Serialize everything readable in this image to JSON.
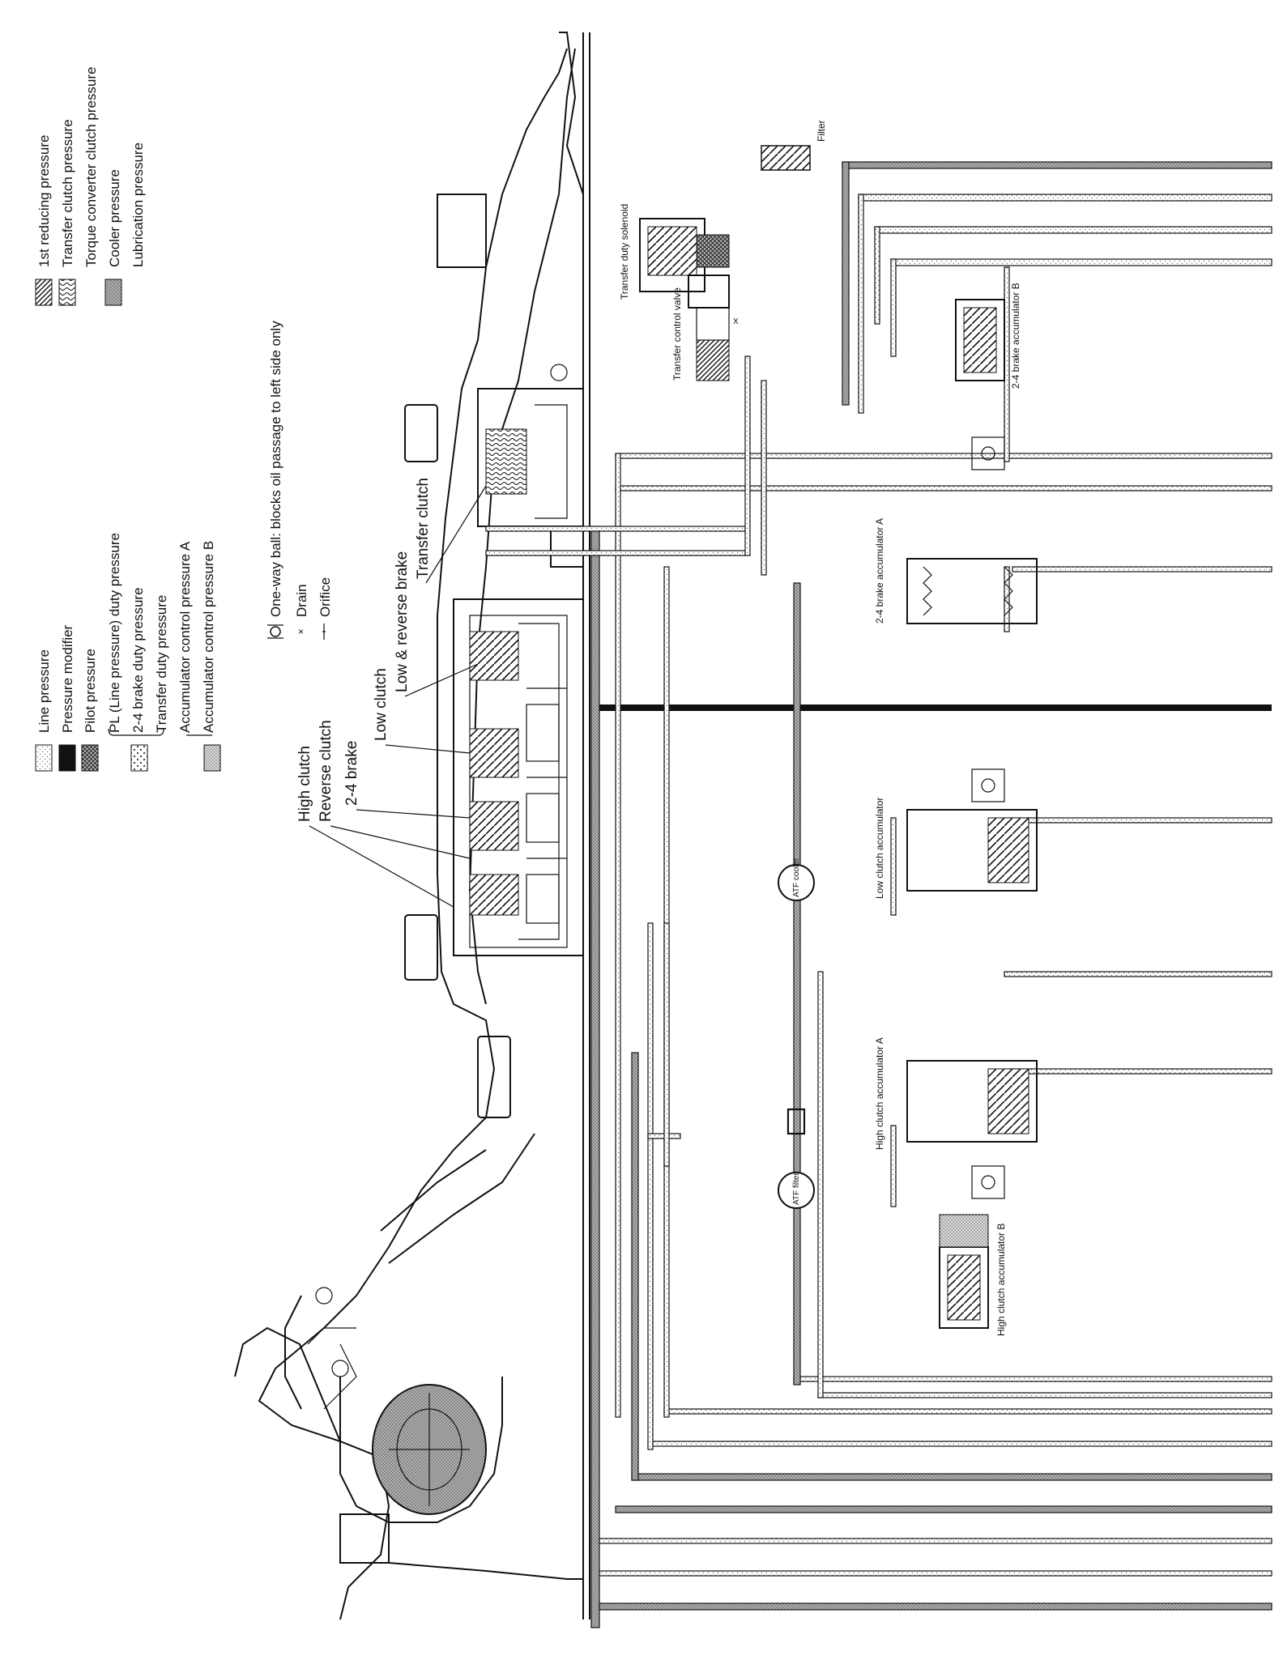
{
  "legend_left": [
    {
      "id": "line",
      "label": "Line pressure",
      "swatch": "line"
    },
    {
      "id": "modifier",
      "label": "Pressure modifier",
      "swatch": "black"
    },
    {
      "id": "pilot",
      "label": "Pilot pressure",
      "swatch": "pilot"
    },
    {
      "id": "pl_duty",
      "label": "PL (Line pressure) duty pressure",
      "swatch": "duty"
    },
    {
      "id": "brake24_duty",
      "label": "2-4 brake duty pressure",
      "swatch": "duty"
    },
    {
      "id": "transfer_duty",
      "label": "Transfer duty pressure",
      "swatch": "duty"
    },
    {
      "id": "acc_a",
      "label": "Accumulator control pressure A",
      "swatch": "accum"
    },
    {
      "id": "acc_b",
      "label": "Accumulator control pressure B",
      "swatch": "accum"
    }
  ],
  "legend_right": [
    {
      "id": "first_reducing",
      "label": "1st reducing pressure",
      "swatch": "hatch"
    },
    {
      "id": "transfer_clutch_p",
      "label": "Transfer clutch pressure",
      "swatch": "wave"
    },
    {
      "id": "torque_conv",
      "label": "Torque converter clutch pressure",
      "swatch": "cool"
    },
    {
      "id": "cooler",
      "label": "Cooler pressure",
      "swatch": "cool"
    },
    {
      "id": "lubrication",
      "label": "Lubrication pressure",
      "swatch": "cool"
    }
  ],
  "symbols": [
    {
      "id": "ball",
      "label": "One-way ball: blocks oil passage to left side only"
    },
    {
      "id": "drain",
      "label": "Drain"
    },
    {
      "id": "orifice",
      "label": "Orifice"
    }
  ],
  "callouts": {
    "high_clutch": "High clutch",
    "reverse_clutch": "Reverse clutch",
    "brake_24": "2-4 brake",
    "low_clutch": "Low clutch",
    "low_reverse_brake": "Low & reverse brake",
    "transfer_clutch": "Transfer clutch"
  },
  "components": {
    "transfer_duty_solenoid": "Transfer duty solenoid",
    "filter": "Filter",
    "transfer_control_valve": "Transfer control valve",
    "drain_mark": "X",
    "brake24_acc_b": "2-4 brake accumulator B",
    "brake24_acc_a": "2-4 brake accumulator A",
    "low_clutch_acc": "Low clutch accumulator",
    "high_clutch_acc_a": "High clutch accumulator A",
    "high_clutch_acc_b": "High clutch accumulator B",
    "atf_cooler": "ATF cooler",
    "atf_filter": "ATF filter"
  },
  "colors": {
    "ink": "#111111",
    "paper": "#ffffff",
    "stipple": "#9a9a9a"
  }
}
